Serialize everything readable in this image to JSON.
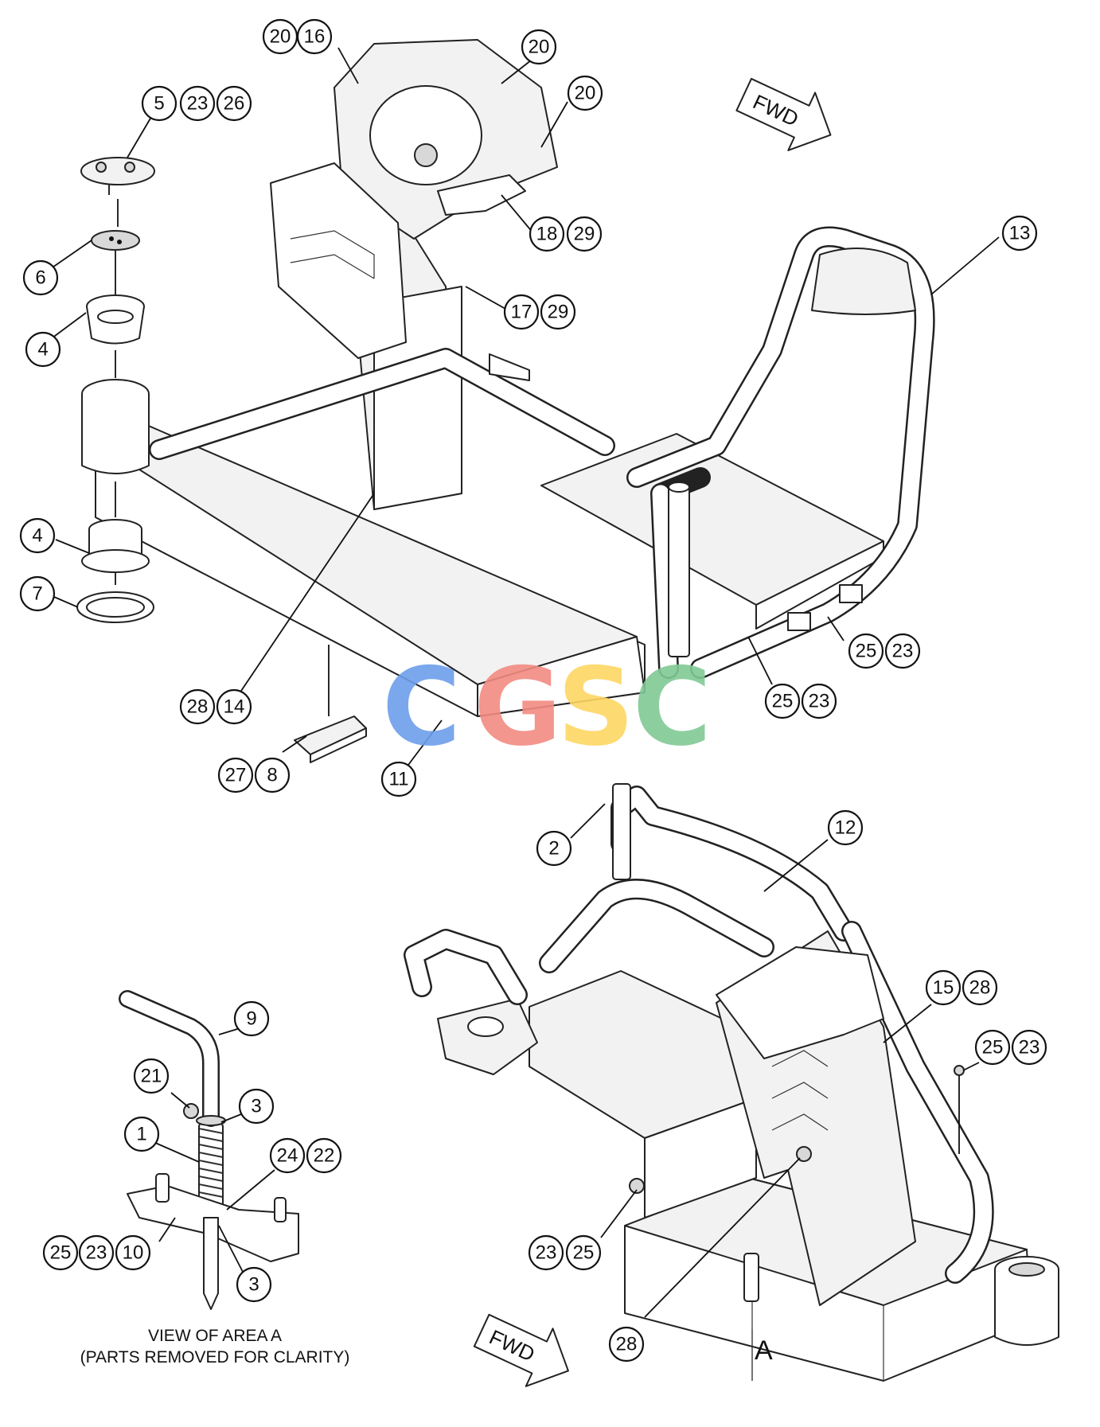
{
  "callouts": {
    "c20a": "20",
    "c16": "16",
    "c20b": "20",
    "c20c": "20",
    "c5": "5",
    "c23a": "23",
    "c26": "26",
    "c6": "6",
    "c4a": "4",
    "c4b": "4",
    "c7": "7",
    "c18": "18",
    "c29a": "29",
    "c17": "17",
    "c29b": "29",
    "c13": "13",
    "c25a": "25",
    "c23b": "23",
    "c25b": "25",
    "c23c": "23",
    "c28a": "28",
    "c14": "14",
    "c27": "27",
    "c8": "8",
    "c11": "11",
    "c2": "2",
    "c12": "12",
    "c15": "15",
    "c28b": "28",
    "c25c": "25",
    "c23d": "23",
    "c9": "9",
    "c21": "21",
    "c3a": "3",
    "c1": "1",
    "c24": "24",
    "c22": "22",
    "c25d": "25",
    "c23e": "23",
    "c10": "10",
    "c3b": "3",
    "c23f": "23",
    "c25e": "25",
    "c28c": "28"
  },
  "arrows": {
    "fwd_top": "FWD",
    "fwd_bottom": "FWD"
  },
  "area_label": "A",
  "caption": {
    "line1": "VIEW OF AREA A",
    "line2": "(PARTS REMOVED FOR CLARITY)"
  },
  "watermark": {
    "letters": [
      "C",
      "G",
      "S",
      "C"
    ],
    "colors": [
      "#6d9eeb",
      "#f28b82",
      "#fdd663",
      "#81c995"
    ]
  }
}
